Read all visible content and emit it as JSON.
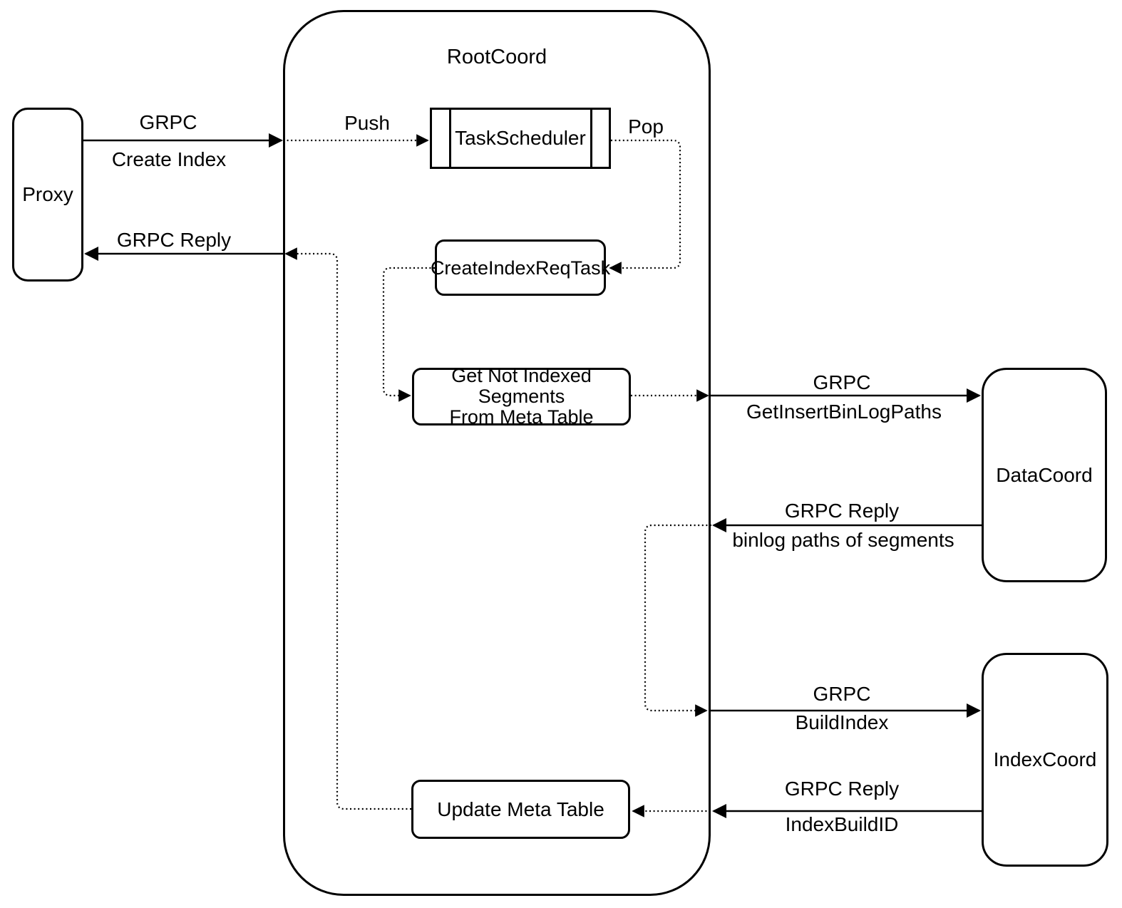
{
  "diagram": {
    "background": "#ffffff",
    "stroke_color": "#000000",
    "container": {
      "label": "RootCoord"
    },
    "nodes": {
      "proxy": {
        "label": "Proxy"
      },
      "task_scheduler": {
        "label": "TaskScheduler"
      },
      "create_index_req_task": {
        "label": "CreateIndexReqTask"
      },
      "get_not_indexed_segments": {
        "label_line1": "Get Not Indexed Segments",
        "label_line2": "From Meta Table"
      },
      "update_meta_table": {
        "label": "Update Meta Table"
      },
      "data_coord": {
        "label": "DataCoord"
      },
      "index_coord": {
        "label": "IndexCoord"
      }
    },
    "edges": {
      "proxy_to_rootcoord": {
        "label_top": "GRPC",
        "label_bottom": "Create Index"
      },
      "rootcoord_to_proxy": {
        "label_top": "GRPC Reply"
      },
      "push": {
        "label": "Push"
      },
      "pop": {
        "label": "Pop"
      },
      "rootcoord_to_datacoord": {
        "label_top": "GRPC",
        "label_bottom": "GetInsertBinLogPaths"
      },
      "datacoord_to_rootcoord": {
        "label_top": "GRPC Reply",
        "label_bottom": "binlog paths of segments"
      },
      "rootcoord_to_indexcoord": {
        "label_top": "GRPC",
        "label_bottom": "BuildIndex"
      },
      "indexcoord_to_rootcoord": {
        "label_top": "GRPC Reply",
        "label_bottom": "IndexBuildID"
      }
    }
  }
}
